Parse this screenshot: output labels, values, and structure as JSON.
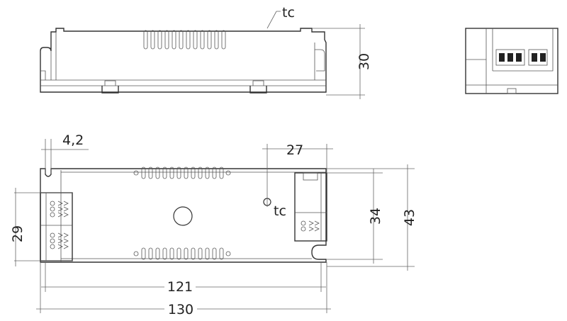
{
  "labels": {
    "tc_top": "tc",
    "tc_plan": "tc",
    "dim_30": "30",
    "dim_4_2": "4,2",
    "dim_27": "27",
    "dim_29": "29",
    "dim_34": "34",
    "dim_43": "43",
    "dim_121": "121",
    "dim_130": "130"
  },
  "colors": {
    "line": "#333333",
    "dimension": "#666666",
    "text": "#222222",
    "background": "#ffffff"
  }
}
